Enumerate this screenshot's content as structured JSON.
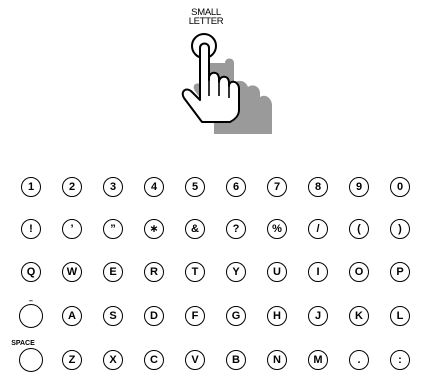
{
  "hand_button": {
    "label_line1": "SMALL",
    "label_line2": "LETTER",
    "icon": "pointing-hand-icon"
  },
  "keyboard": {
    "rows": [
      [
        "1",
        "2",
        "3",
        "4",
        "5",
        "6",
        "7",
        "8",
        "9",
        "0"
      ],
      [
        "!",
        "’",
        "”",
        "∗",
        "&",
        "?",
        "%",
        "/",
        "(",
        ")"
      ],
      [
        "Q",
        "W",
        "E",
        "R",
        "T",
        "Y",
        "U",
        "I",
        "O",
        "P"
      ],
      [
        "",
        "A",
        "S",
        "D",
        "F",
        "G",
        "H",
        "J",
        "K",
        "L"
      ],
      [
        "",
        "Z",
        "X",
        "C",
        "V",
        "B",
        "N",
        "M",
        ".",
        ":"
      ]
    ],
    "row4_first_key_label": "–",
    "row5_first_key_label": "SPACE"
  }
}
